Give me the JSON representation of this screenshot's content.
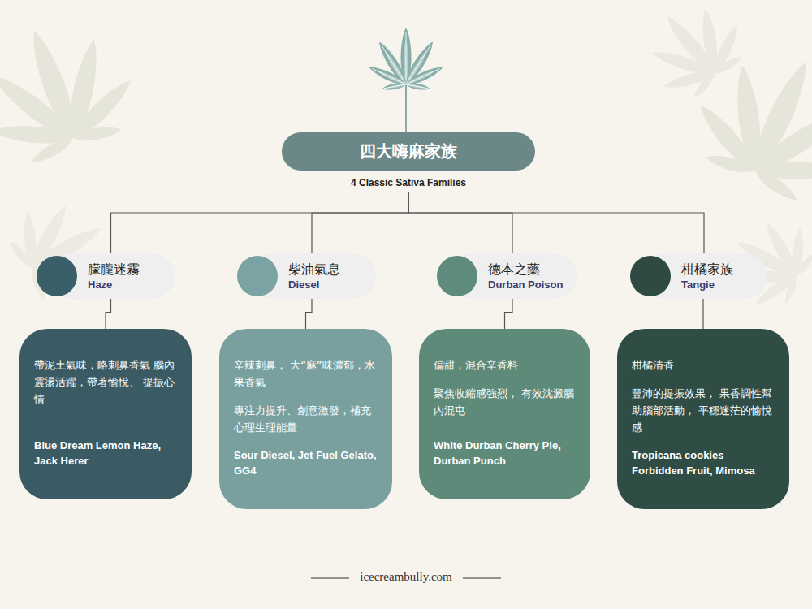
{
  "diagram": {
    "nodes": [
      {
        "text": [
          "四大嗨麻家族",
          "4 Classic Sativa Families"
        ]
      },
      {
        "text": [
          "朦朧迷霧",
          "Haze"
        ]
      },
      {
        "text": [
          "柴油氣息",
          "Diesel"
        ]
      },
      {
        "text": [
          "德本之藥",
          "Durban Poison"
        ]
      },
      {
        "text": [
          "柑橘家族",
          "Tangie"
        ]
      },
      {
        "text": [
          "帶泥土氣味，略刺鼻香氣 腦內震盪活躍，帶著愉悅、 提振心情",
          "Blue Dream Lemon Haze, Jack Herer"
        ]
      },
      {
        "text": [
          "辛辣刺鼻， 大“麻”味濃郁，水果香氣",
          "專注力提升、創意激發，補充 心理生理能量",
          "Sour Diesel, Jet Fuel Gelato, GG4"
        ]
      },
      {
        "text": [
          "偏甜，混合辛香料",
          "聚焦收縮感強烈， 有效沈澱腦內混屯",
          "White Durban Cherry Pie, Durban Punch"
        ]
      },
      {
        "text": [
          "柑橘清香",
          "豐沛的提振效果， 果香調性幫助腦部活動， 平穩迷茫的愉悅感",
          "Tropicana cookies Forbidden Fruit, Mimosa"
        ]
      }
    ],
    "edges": [
      {
        "from": 0,
        "to": 1,
        "arrow": "none"
      },
      {
        "from": 0,
        "to": 2,
        "arrow": "none"
      },
      {
        "from": 0,
        "to": 3,
        "arrow": "none"
      },
      {
        "from": 0,
        "to": 4,
        "arrow": "none"
      },
      {
        "from": 1,
        "to": 5,
        "arrow": "none"
      },
      {
        "from": 2,
        "to": 6,
        "arrow": "none"
      },
      {
        "from": 3,
        "to": 7,
        "arrow": "none"
      },
      {
        "from": 4,
        "to": 8,
        "arrow": "none"
      }
    ],
    "labels": [
      "icecreambully.com"
    ]
  }
}
